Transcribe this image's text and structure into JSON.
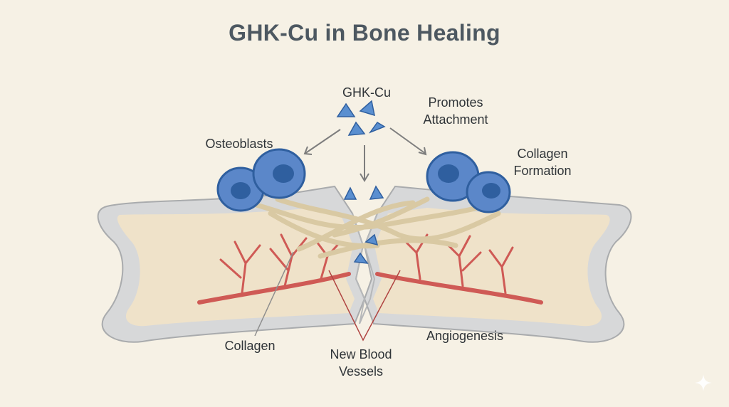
{
  "title": "GHK-Cu in Bone Healing",
  "labels": {
    "ghk_cu": "GHK-Cu",
    "promotes_line1": "Promotes",
    "promotes_line2": "Attachment",
    "osteoblasts": "Osteoblasts",
    "collagen_formation_line1": "Collagen",
    "collagen_formation_line2": "Formation",
    "collagen": "Collagen",
    "new_blood_line1": "New Blood",
    "new_blood_line2": "Vessels",
    "angiogenesis": "Angiogenesis"
  },
  "colors": {
    "background": "#f6f1e5",
    "bone_outer": "#d7d8d9",
    "bone_inner": "#efe2c9",
    "cell": "#5b87c9",
    "nucleus": "#2f5f9f",
    "peptide": "#5a8fd0",
    "vessel": "#cf5a55",
    "collagen_fiber": "#d9c9a3",
    "arrow": "#7d7d7d"
  }
}
